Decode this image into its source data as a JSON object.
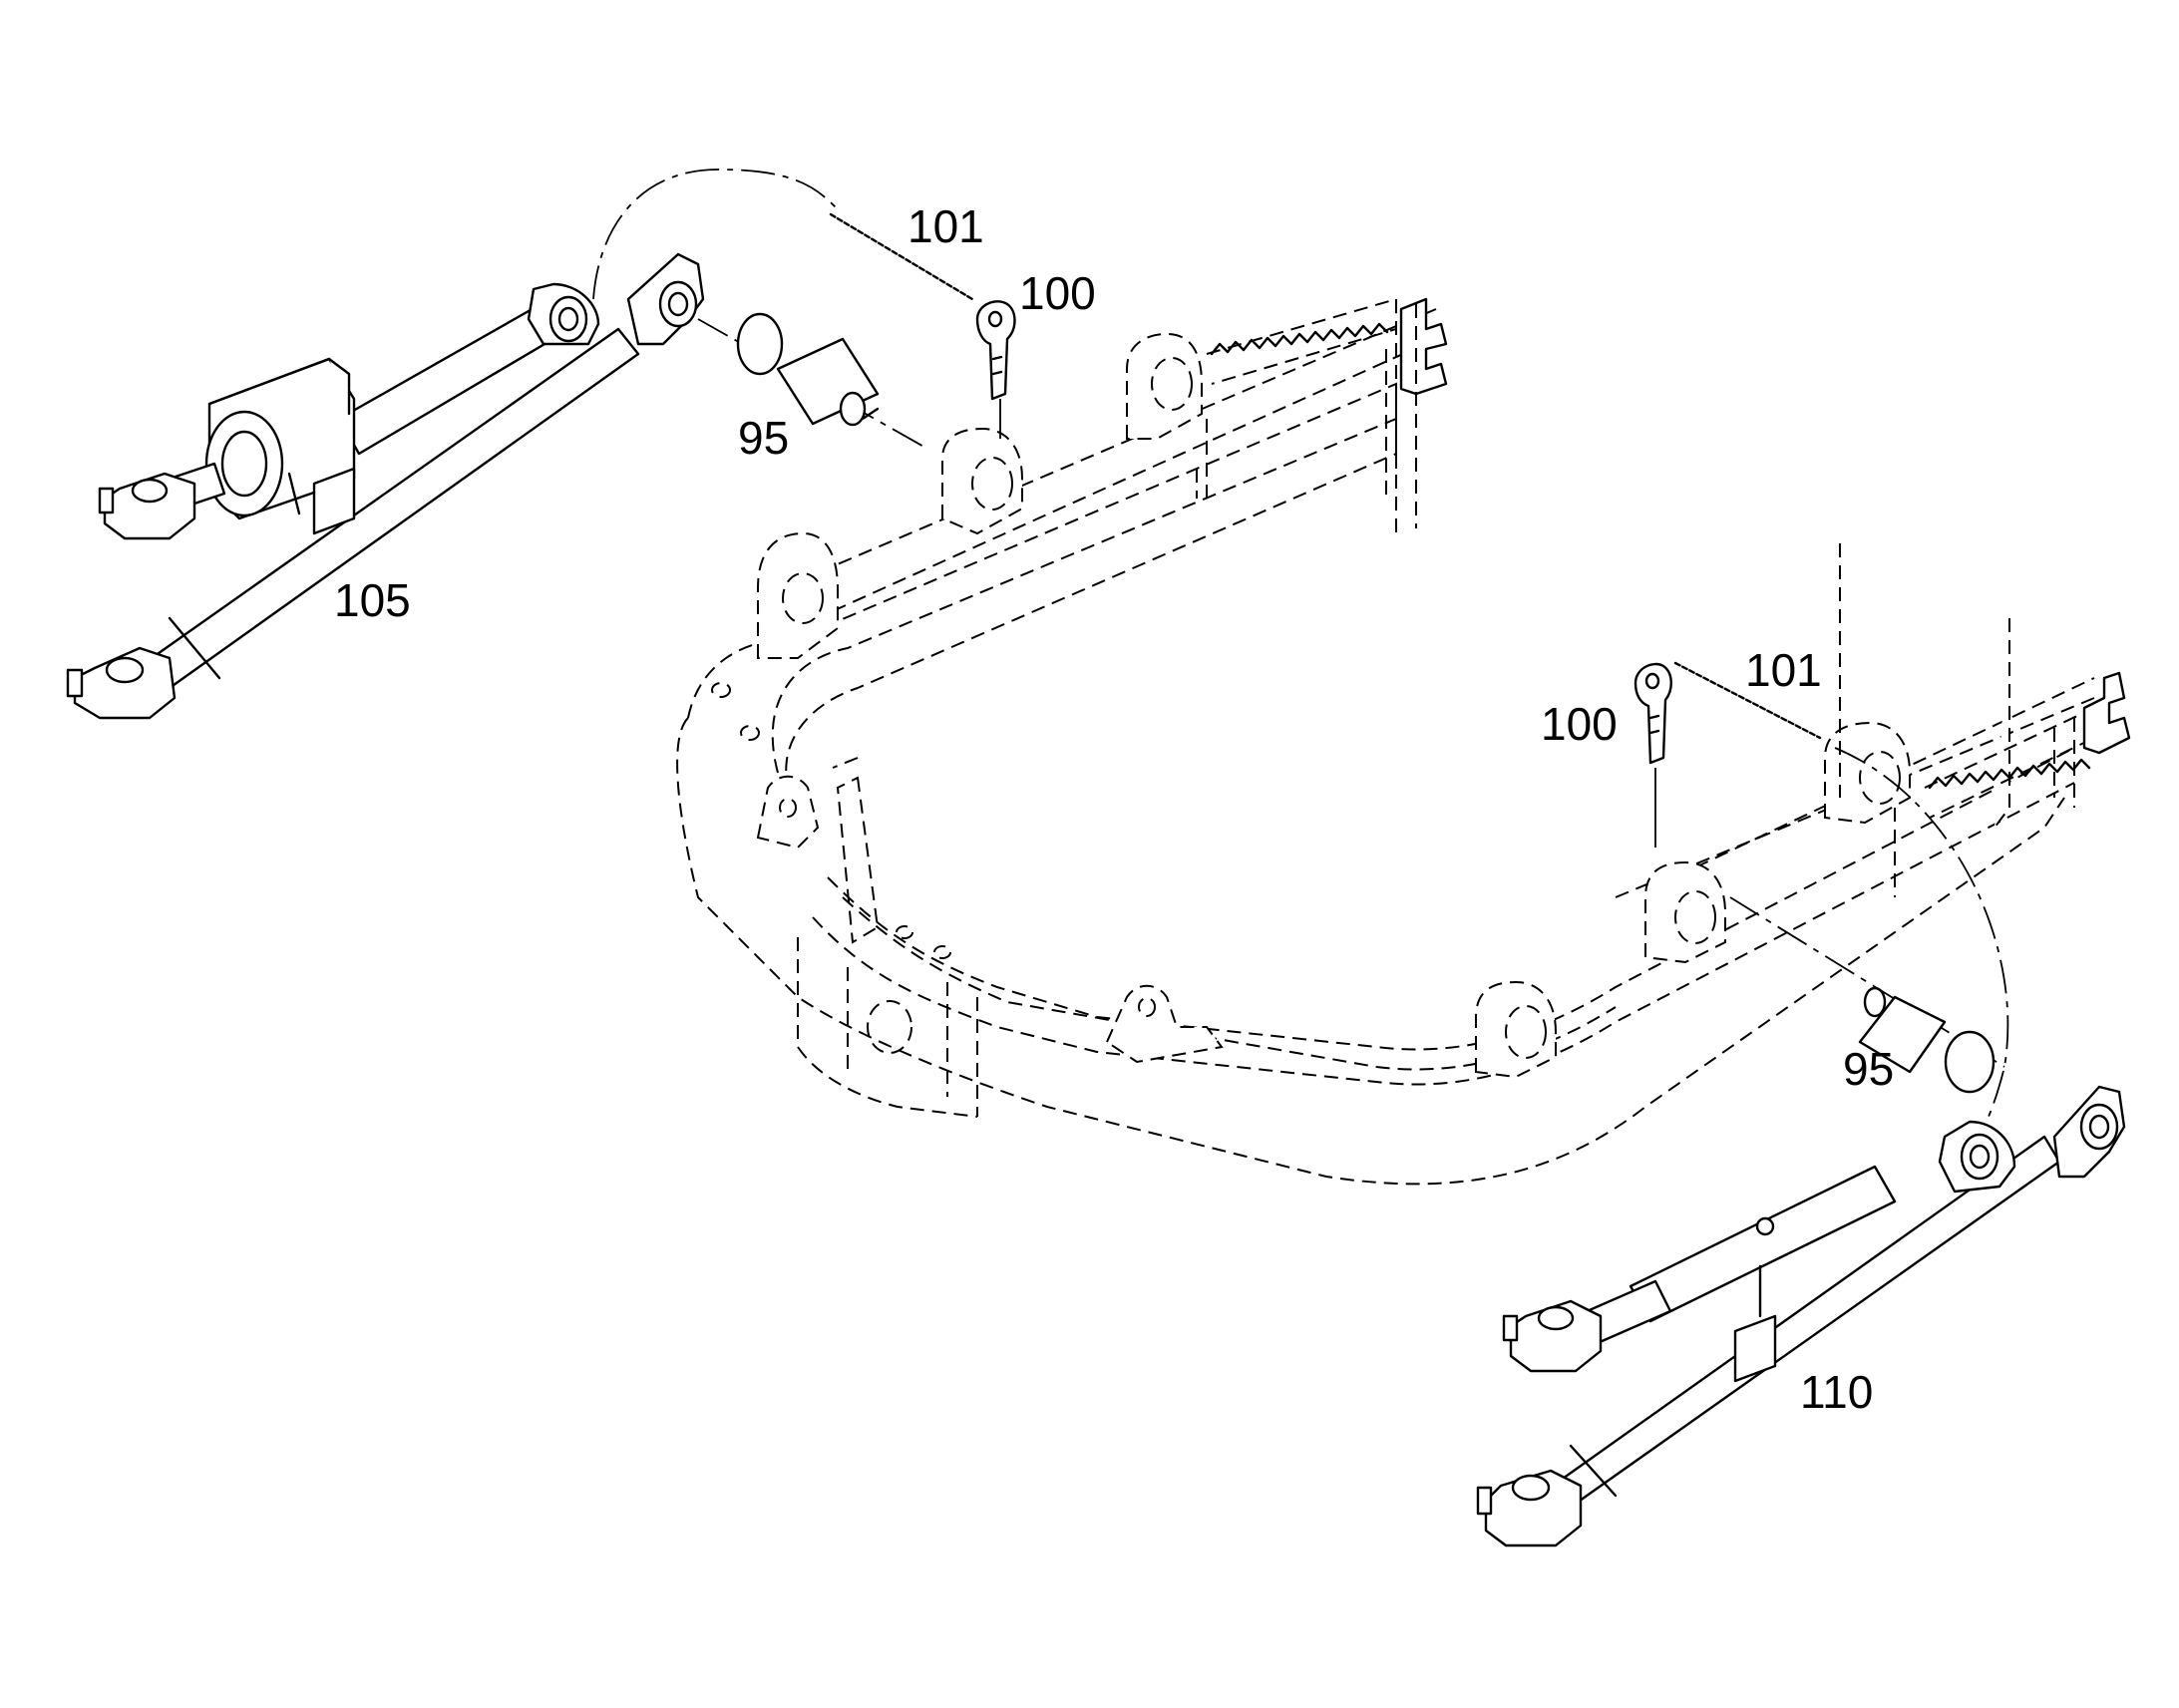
{
  "callouts": {
    "left_chain": "101",
    "left_key": "100",
    "left_pin": "95",
    "left_assembly": "105",
    "right_chain": "101",
    "right_key": "100",
    "right_pin": "95",
    "right_assembly": "110"
  }
}
